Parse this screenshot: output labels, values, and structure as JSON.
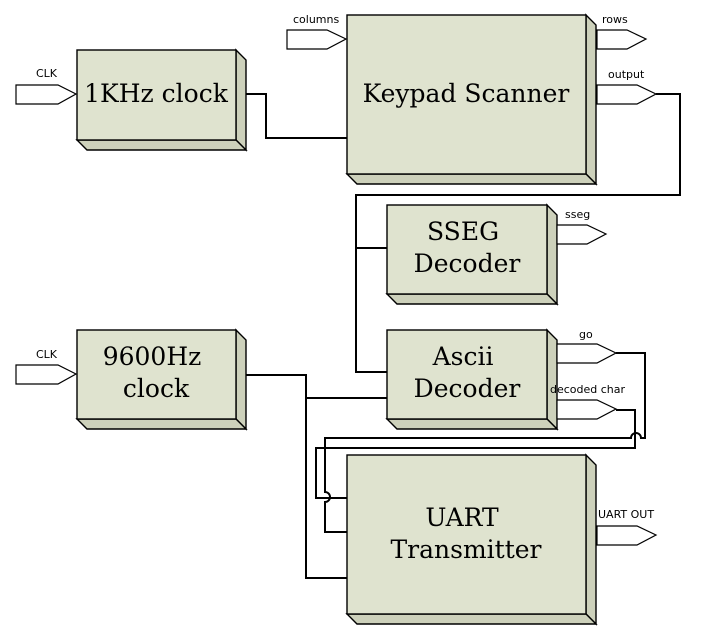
{
  "blocks": {
    "clock_1khz": [
      "1KHz clock"
    ],
    "keypad_scanner": [
      "Keypad Scanner"
    ],
    "sseg_decoder": [
      "SSEG",
      "Decoder"
    ],
    "ascii_decoder": [
      "Ascii",
      "Decoder"
    ],
    "clock_9600": [
      "9600Hz",
      "clock"
    ],
    "uart_transmitter": [
      "UART",
      "Transmitter"
    ]
  },
  "ports": {
    "clk_top": "CLK",
    "clk_bottom": "CLK",
    "columns": "columns",
    "rows": "rows",
    "output": "output",
    "sseg": "sseg",
    "go": "go",
    "decoded_char": "decoded char",
    "uart_out": "UART OUT"
  },
  "colors": {
    "block_face": "#dfe3cf",
    "block_side": "#cdd1bb",
    "line": "#000000"
  }
}
